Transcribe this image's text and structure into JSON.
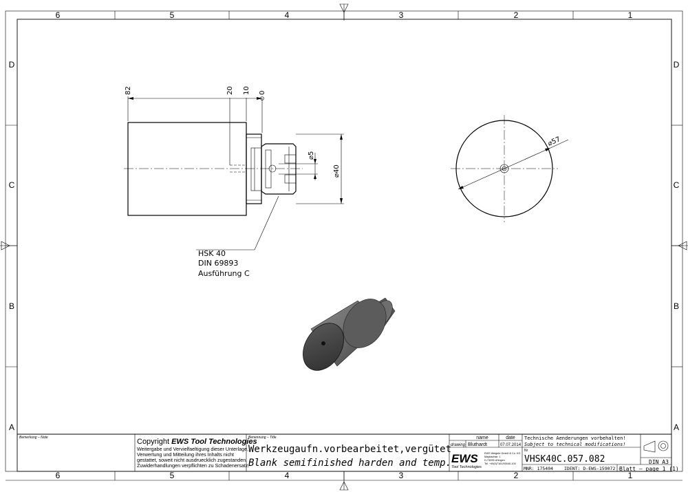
{
  "frame": {
    "columns": [
      "6",
      "5",
      "4",
      "3",
      "2",
      "1"
    ],
    "rows": [
      "D",
      "C",
      "B",
      "A"
    ]
  },
  "dimensions": {
    "d82": "82",
    "d20": "20",
    "d10": "10",
    "d0": "0",
    "dia5": "⌀5",
    "dia40": "⌀40",
    "dia57": "⌀57"
  },
  "note": {
    "line1": "HSK 40",
    "line2": "DIN 69893",
    "line3": "Ausführung C"
  },
  "title_block": {
    "remark_label": "Bemerkung – Note",
    "copyright_prefix": "Copyright",
    "copyright_brand": "EWS Tool Technologies",
    "copyright_lines": [
      "Weitergabe und Vervielfaeltigung dieser Unterlage,",
      "Verwertung und Mitteilung ihres Inhalts nicht",
      "gestattet, soweit nicht ausdruecklich zugestanden.",
      "Zuwiderhandlungen verpflichten zu Schadenersatz."
    ],
    "title_label": "Benennung – Title",
    "title_de": "Werkzeugaufn.vorbearbeitet,vergütet",
    "title_en": "Blank semifinished harden and temp.",
    "col_name": "name",
    "col_date": "date",
    "row_drawing": "drawing",
    "drawer": "Bluthardt",
    "draw_date": "07.07.2014",
    "logo": "EWS",
    "logo_sub": "Tool Technologies",
    "company_lines": [
      "EWS Weigele GmbH & Co. KG",
      "Maybachstr. 1",
      "D-73095 Uhingen",
      "Tel. +49(0)7161/93040-100"
    ],
    "change_de": "Technische Aenderungen vorbehalten!",
    "change_en": "Subject to technical modifications!",
    "nr_label": "Nr",
    "drawing_no": "VHSK40C.057.082",
    "mnr": "MNR: 175404",
    "ident": "IDENT: D-EWS-159072 -",
    "sheet": "Blatt – page 1 (1)",
    "format": "DIN A3"
  }
}
